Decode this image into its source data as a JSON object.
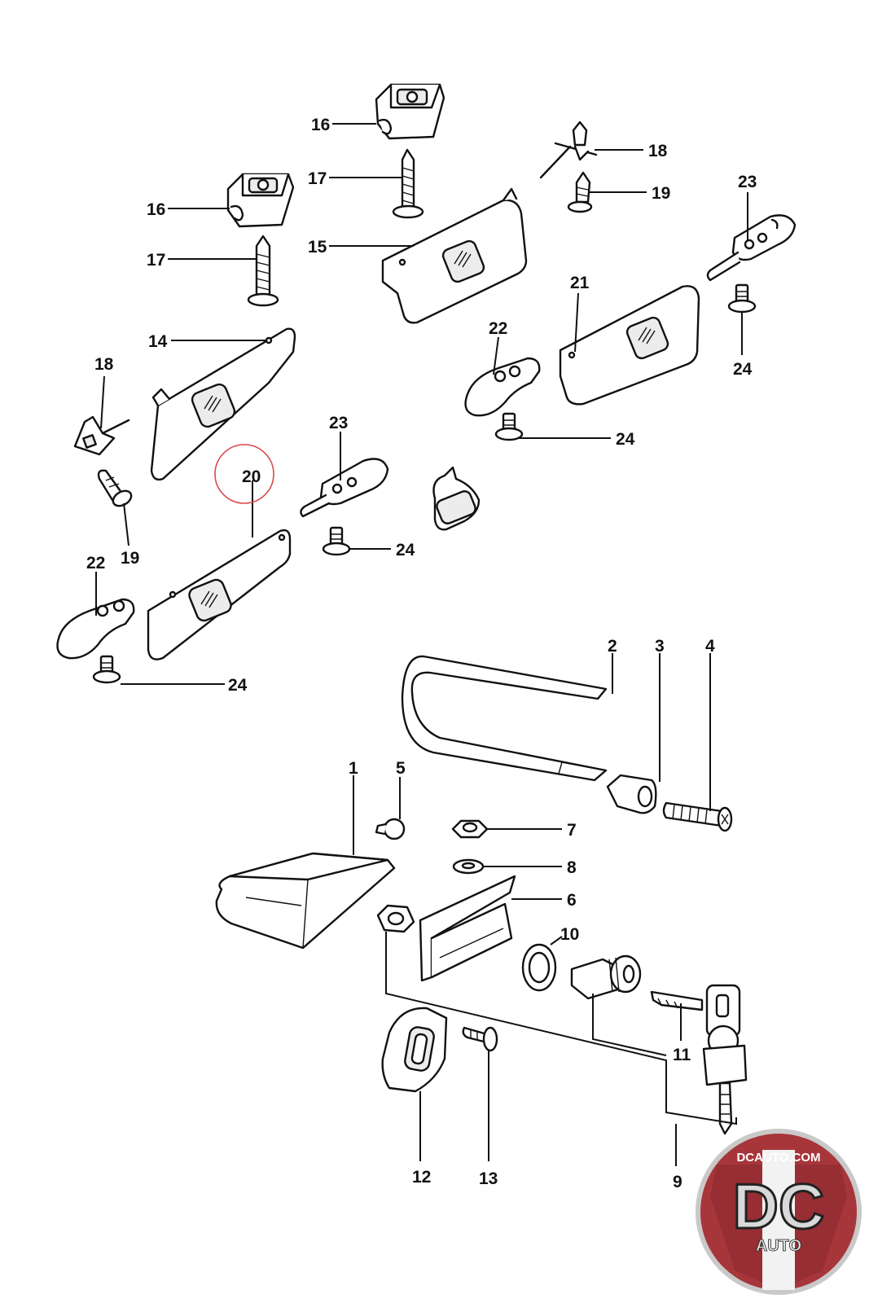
{
  "callouts": {
    "n1": "1",
    "n2": "2",
    "n3": "3",
    "n4": "4",
    "n5": "5",
    "n6": "6",
    "n7": "7",
    "n8": "8",
    "n9": "9",
    "n10": "10",
    "n11": "11",
    "n12": "12",
    "n13": "13",
    "n14": "14",
    "n15": "15",
    "n16": "16",
    "n17": "17",
    "n18": "18",
    "n19": "19",
    "n20": "20",
    "n21": "21",
    "n22": "22",
    "n23": "23",
    "n24": "24"
  },
  "highlight": {
    "part": "20",
    "ring_color": "#d94a4a"
  },
  "logo": {
    "site": "DCAUTO.COM",
    "mark": "DC",
    "word": "AUTO",
    "brand_color": "#b3262c"
  }
}
